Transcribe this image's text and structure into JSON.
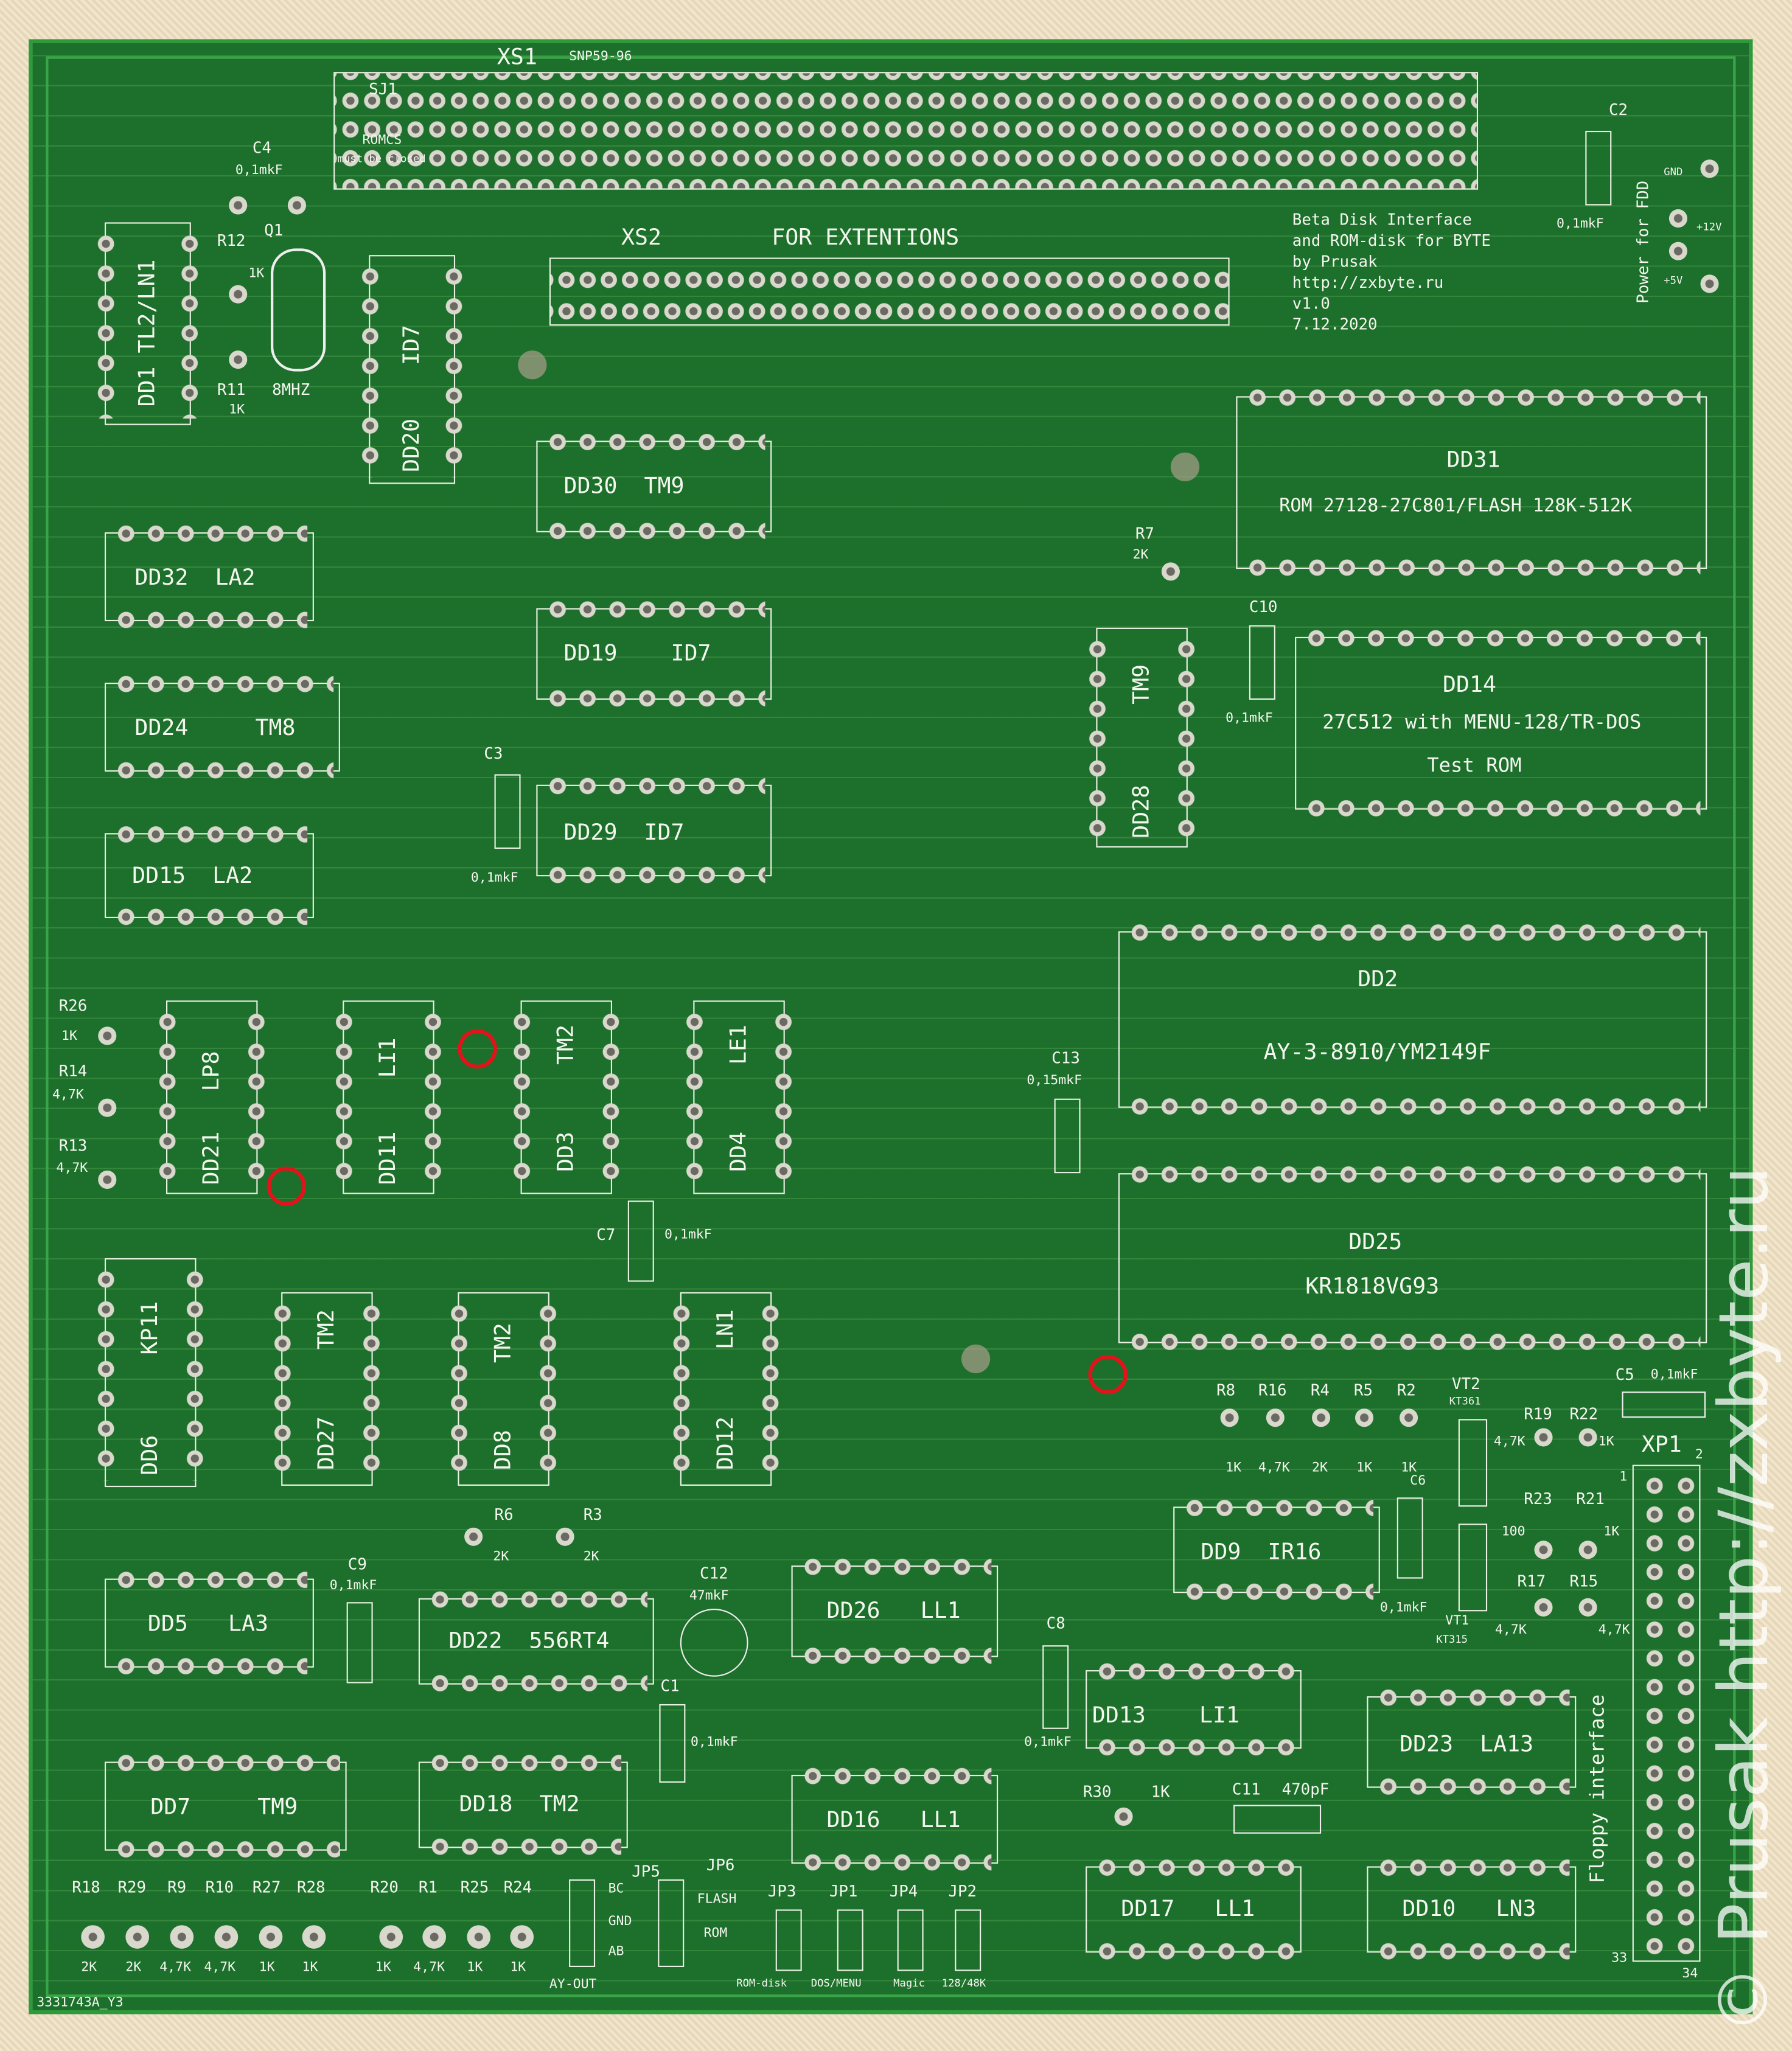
{
  "board": {
    "title_lines": [
      "Beta Disk Interface",
      "and ROM-disk for BYTE",
      "by Prusak",
      "http://zxbyte.ru",
      "v1.0",
      "7.12.2020"
    ],
    "xs1": "XS1",
    "xs1_type": "SNP59-96",
    "xs2": "XS2",
    "xs2_note": "FOR EXTENTIONS",
    "sj1": "SJ1",
    "romcs": "ROMCS",
    "must_closed": "must be closed",
    "power": "Power for FDD",
    "gnd": "GND",
    "p12": "+12V",
    "p5": "+5V",
    "xp1": "XP1",
    "floppy": "Floppy interface",
    "pin1": "1",
    "pin2": "2",
    "pin33": "33",
    "pin34": "34",
    "serial": "3331743A_Y3",
    "ay_out": "AY-OUT",
    "jumpers": [
      "JP5",
      "JP6",
      "JP3",
      "JP1",
      "JP4",
      "JP2"
    ],
    "jp5_labels": [
      "BC",
      "GND",
      "AB"
    ],
    "jp6_labels": [
      "FLASH",
      "ROM"
    ],
    "jp_bottom": [
      "ROM-disk",
      "DOS/MENU",
      "Magic",
      "128/48K"
    ],
    "q1": "Q1",
    "q1_val": "8MHZ",
    "watermark": "© Prusak http://zxbyte.ru"
  },
  "chips": [
    {
      "n": "DD1",
      "t": "TL2/LN1"
    },
    {
      "n": "DD20",
      "t": "ID7"
    },
    {
      "n": "DD30",
      "t": "TM9"
    },
    {
      "n": "DD31",
      "t": "ROM 27128-27C801/FLASH 128K-512K"
    },
    {
      "n": "DD32",
      "t": "LA2"
    },
    {
      "n": "DD19",
      "t": "ID7"
    },
    {
      "n": "DD24",
      "t": "TM8"
    },
    {
      "n": "DD14",
      "t": "27C512 with MENU-128/TR-DOS",
      "t2": "Test ROM"
    },
    {
      "n": "DD28",
      "t": "TM9"
    },
    {
      "n": "DD29",
      "t": "ID7"
    },
    {
      "n": "DD15",
      "t": "LA2"
    },
    {
      "n": "DD2",
      "t": "AY-3-8910/YM2149F"
    },
    {
      "n": "DD21",
      "t": "LP8"
    },
    {
      "n": "DD11",
      "t": "LI1"
    },
    {
      "n": "DD3",
      "t": "TM2"
    },
    {
      "n": "DD4",
      "t": "LE1"
    },
    {
      "n": "DD25",
      "t": "KR1818VG93"
    },
    {
      "n": "DD6",
      "t": "KP11"
    },
    {
      "n": "DD27",
      "t": "TM2"
    },
    {
      "n": "DD8",
      "t": "TM2"
    },
    {
      "n": "DD12",
      "t": "LN1"
    },
    {
      "n": "DD9",
      "t": "IR16"
    },
    {
      "n": "DD5",
      "t": "LA3"
    },
    {
      "n": "DD22",
      "t": "556RT4"
    },
    {
      "n": "DD26",
      "t": "LL1"
    },
    {
      "n": "DD13",
      "t": "LI1"
    },
    {
      "n": "DD23",
      "t": "LA13"
    },
    {
      "n": "DD7",
      "t": "TM9"
    },
    {
      "n": "DD18",
      "t": "TM2"
    },
    {
      "n": "DD16",
      "t": "LL1"
    },
    {
      "n": "DD17",
      "t": "LL1"
    },
    {
      "n": "DD10",
      "t": "LN3"
    }
  ],
  "caps": [
    {
      "n": "C4",
      "v": "0,1mkF"
    },
    {
      "n": "C2",
      "v": "0,1mkF"
    },
    {
      "n": "C3",
      "v": "0,1mkF"
    },
    {
      "n": "C10",
      "v": "0,1mkF"
    },
    {
      "n": "C13",
      "v": "0,15mkF"
    },
    {
      "n": "C7",
      "v": "0,1mkF"
    },
    {
      "n": "C5",
      "v": "0,1mkF"
    },
    {
      "n": "C9",
      "v": "0,1mkF"
    },
    {
      "n": "C12",
      "v": "47mkF"
    },
    {
      "n": "C1",
      "v": "0,1mkF"
    },
    {
      "n": "C8",
      "v": "0,1mkF"
    },
    {
      "n": "C11",
      "v": "470pF"
    },
    {
      "n": "C6",
      "v": "0,1mkF"
    }
  ],
  "resistors": [
    {
      "n": "R12",
      "v": "1K"
    },
    {
      "n": "R11",
      "v": "1K"
    },
    {
      "n": "R7",
      "v": "2K"
    },
    {
      "n": "R26",
      "v": "1K"
    },
    {
      "n": "R14",
      "v": "4,7K"
    },
    {
      "n": "R13",
      "v": "4,7K"
    },
    {
      "n": "R6",
      "v": "2K"
    },
    {
      "n": "R3",
      "v": "2K"
    },
    {
      "n": "R8",
      "v": "1K"
    },
    {
      "n": "R16",
      "v": "4,7K"
    },
    {
      "n": "R4",
      "v": "2K"
    },
    {
      "n": "R5",
      "v": "1K"
    },
    {
      "n": "R2",
      "v": "1K"
    },
    {
      "n": "R19",
      "v": "4,7K"
    },
    {
      "n": "R22",
      "v": "1K"
    },
    {
      "n": "R23",
      "v": "100"
    },
    {
      "n": "R21",
      "v": "1K"
    },
    {
      "n": "R17",
      "v": "4,7K"
    },
    {
      "n": "R15",
      "v": "4,7K"
    },
    {
      "n": "R30",
      "v": "1K"
    },
    {
      "n": "R18",
      "v": "2K"
    },
    {
      "n": "R29",
      "v": "2K"
    },
    {
      "n": "R9",
      "v": "4,7K"
    },
    {
      "n": "R10",
      "v": "4,7K"
    },
    {
      "n": "R27",
      "v": "1K"
    },
    {
      "n": "R28",
      "v": "1K"
    },
    {
      "n": "R20",
      "v": "1K"
    },
    {
      "n": "R1",
      "v": "4,7K"
    },
    {
      "n": "R25",
      "v": "1K"
    },
    {
      "n": "R24",
      "v": "1K"
    }
  ],
  "transistors": [
    {
      "n": "VT2",
      "v": "KT361"
    },
    {
      "n": "VT1",
      "v": "KT315"
    }
  ]
}
